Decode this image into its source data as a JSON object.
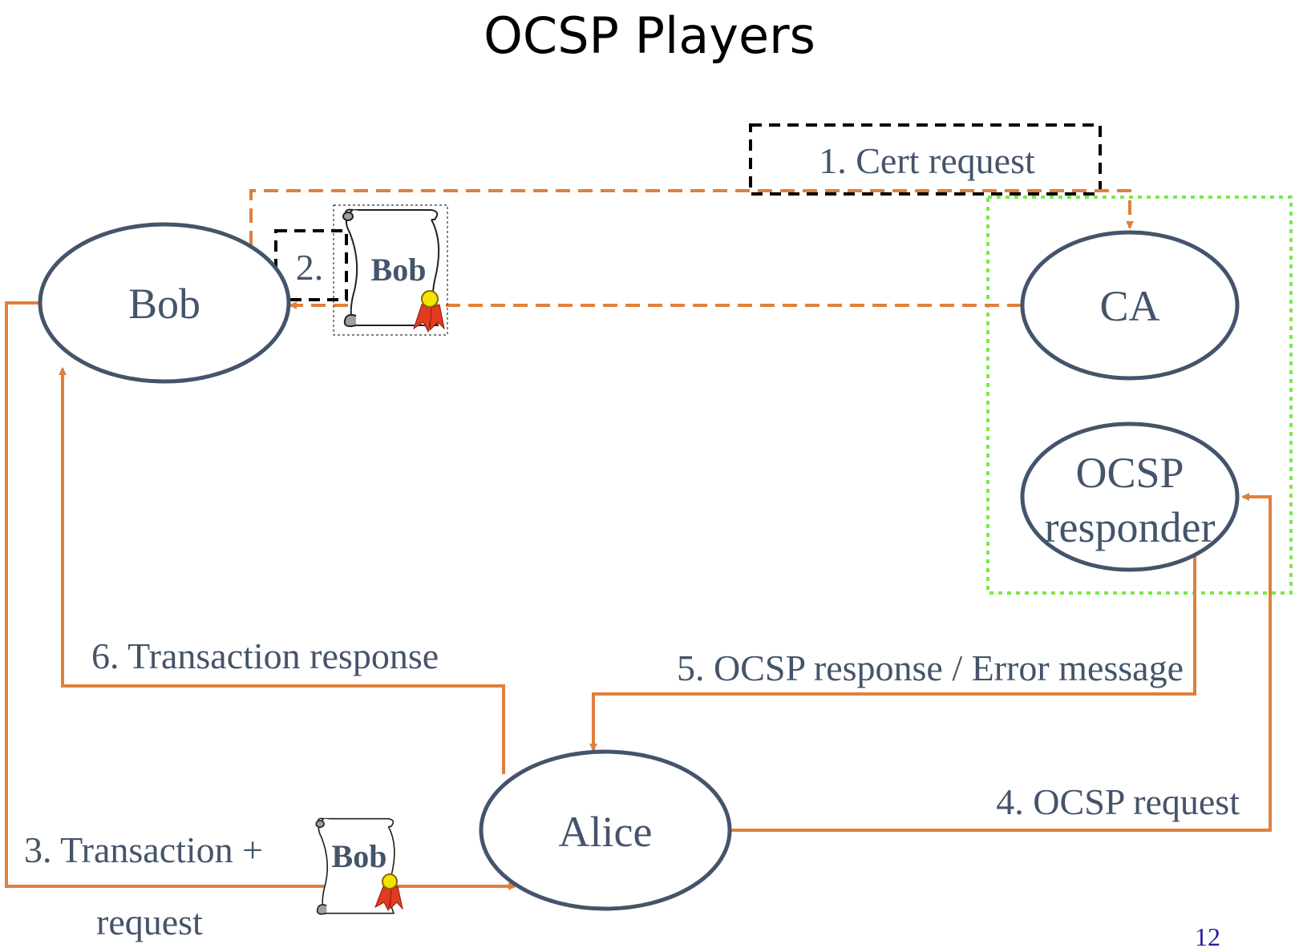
{
  "title": "OCSP Players",
  "nodes": {
    "bob": "Bob",
    "ca": "CA",
    "ocsp_line1": "OCSP",
    "ocsp_line2": "responder",
    "alice": "Alice"
  },
  "edges": {
    "step1": "1. Cert request",
    "step2": "2.",
    "step3_line1": "3. Transaction +",
    "step3_line2": "request",
    "step4": "4. OCSP request",
    "step5": "5. OCSP response / Error message",
    "step6": "6. Transaction response"
  },
  "certificate": {
    "holder": "Bob"
  },
  "page_number": "12",
  "colors": {
    "arrow": "#e0803c",
    "node_outline": "#44546a",
    "trust_boundary": "#7ae84a",
    "label_box": "#000000",
    "ribbon": "#e33b1f",
    "seal": "#f2e600"
  }
}
